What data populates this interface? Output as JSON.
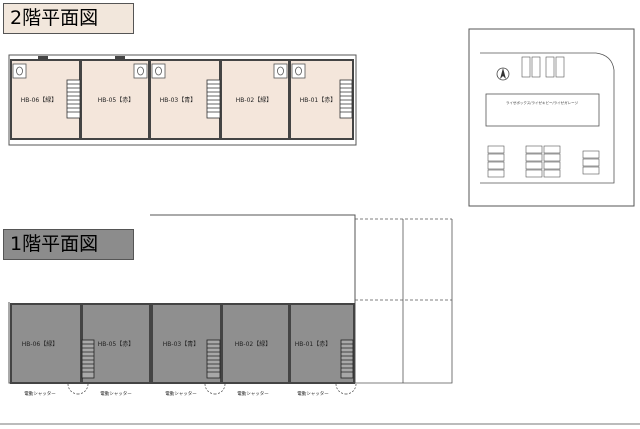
{
  "floor_labels": {
    "second": "2階平面図",
    "first": "1階平面図"
  },
  "units_2f": [
    "HB-06【緑】",
    "HB-05【赤】",
    "HB-03【青】",
    "HB-02【緑】",
    "HB-01【赤】"
  ],
  "units_1f": [
    "HB-06【緑】",
    "HB-05【赤】",
    "HB-03【青】",
    "HB-02【緑】",
    "HB-01【赤】"
  ],
  "shutter_labels": [
    "電動シャッター",
    "電動シャッター",
    "電動シャッター",
    "電動シャッター",
    "電動シャッター"
  ],
  "site_map": {
    "building_label": "ライゼボックス/ライゼキビー/ライゼガレージ"
  },
  "colors": {
    "unit_2f_fill": "#f4e6db",
    "unit_1f_fill": "#8f8f8f",
    "label_2f_bg": "#f2e7dc",
    "label_1f_bg": "#8c8c8c"
  }
}
